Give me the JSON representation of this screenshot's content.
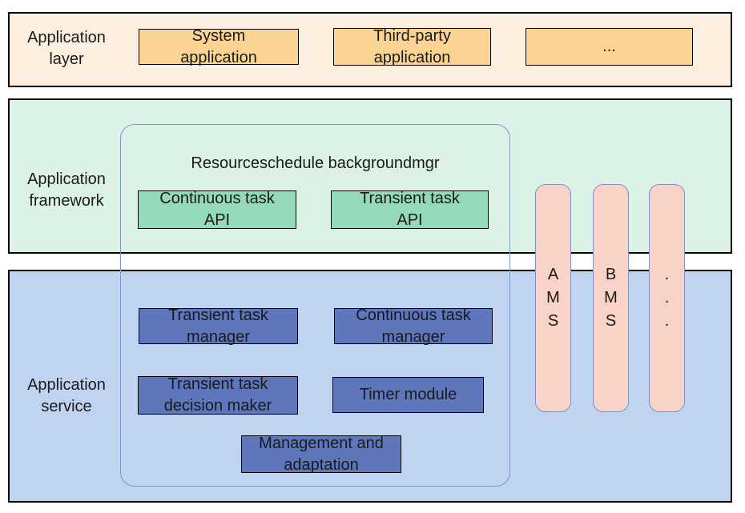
{
  "layers": [
    {
      "id": "application-layer",
      "label": "Application layer",
      "label_lines": [
        "Application",
        "layer"
      ],
      "boxes": [
        {
          "name": "system-application",
          "lines": [
            "System",
            "application"
          ]
        },
        {
          "name": "third-party-application",
          "lines": [
            "Third-party",
            "application"
          ]
        },
        {
          "name": "more-applications",
          "lines": [
            "..."
          ]
        }
      ]
    },
    {
      "id": "application-framework",
      "label": "Application framework",
      "label_lines": [
        "Application",
        "framework"
      ],
      "container_title": "Resourceschedule backgroundmgr",
      "boxes": [
        {
          "name": "continuous-task-api",
          "lines": [
            "Continuous task",
            "API"
          ]
        },
        {
          "name": "transient-task-api",
          "lines": [
            "Transient task",
            "API"
          ]
        }
      ]
    },
    {
      "id": "application-service",
      "label": "Application service",
      "label_lines": [
        "Application",
        "service"
      ],
      "boxes": [
        {
          "name": "transient-task-manager",
          "lines": [
            "Transient task",
            "manager"
          ]
        },
        {
          "name": "continuous-task-manager",
          "lines": [
            "Continuous task",
            "manager"
          ]
        },
        {
          "name": "transient-task-decision-maker",
          "lines": [
            "Transient task",
            "decision maker"
          ]
        },
        {
          "name": "timer-module",
          "lines": [
            "Timer module"
          ]
        },
        {
          "name": "management-and-adaptation",
          "lines": [
            "Management and",
            "adaptation"
          ]
        }
      ]
    }
  ],
  "pills": [
    {
      "name": "ams",
      "label": "AMS",
      "letters": [
        "A",
        "M",
        "S"
      ]
    },
    {
      "name": "bms",
      "label": "BMS",
      "letters": [
        "B",
        "M",
        "S"
      ]
    },
    {
      "name": "ellipsis",
      "label": "...",
      "letters": [
        ".",
        ".",
        "."
      ]
    }
  ],
  "colors": {
    "application_layer_bg": "#fcefdf",
    "application_box_fill": "#fbd392",
    "framework_bg": "#dcf2e6",
    "framework_box_fill": "#95dab8",
    "service_bg": "#c0d4f2",
    "service_box_fill": "#5d76bc",
    "pill_fill": "#f9d2c8",
    "pill_border": "#8192c2",
    "rounded_container_border": "#7899c9",
    "band_border": "#000000",
    "text": "#1a1a1a"
  }
}
